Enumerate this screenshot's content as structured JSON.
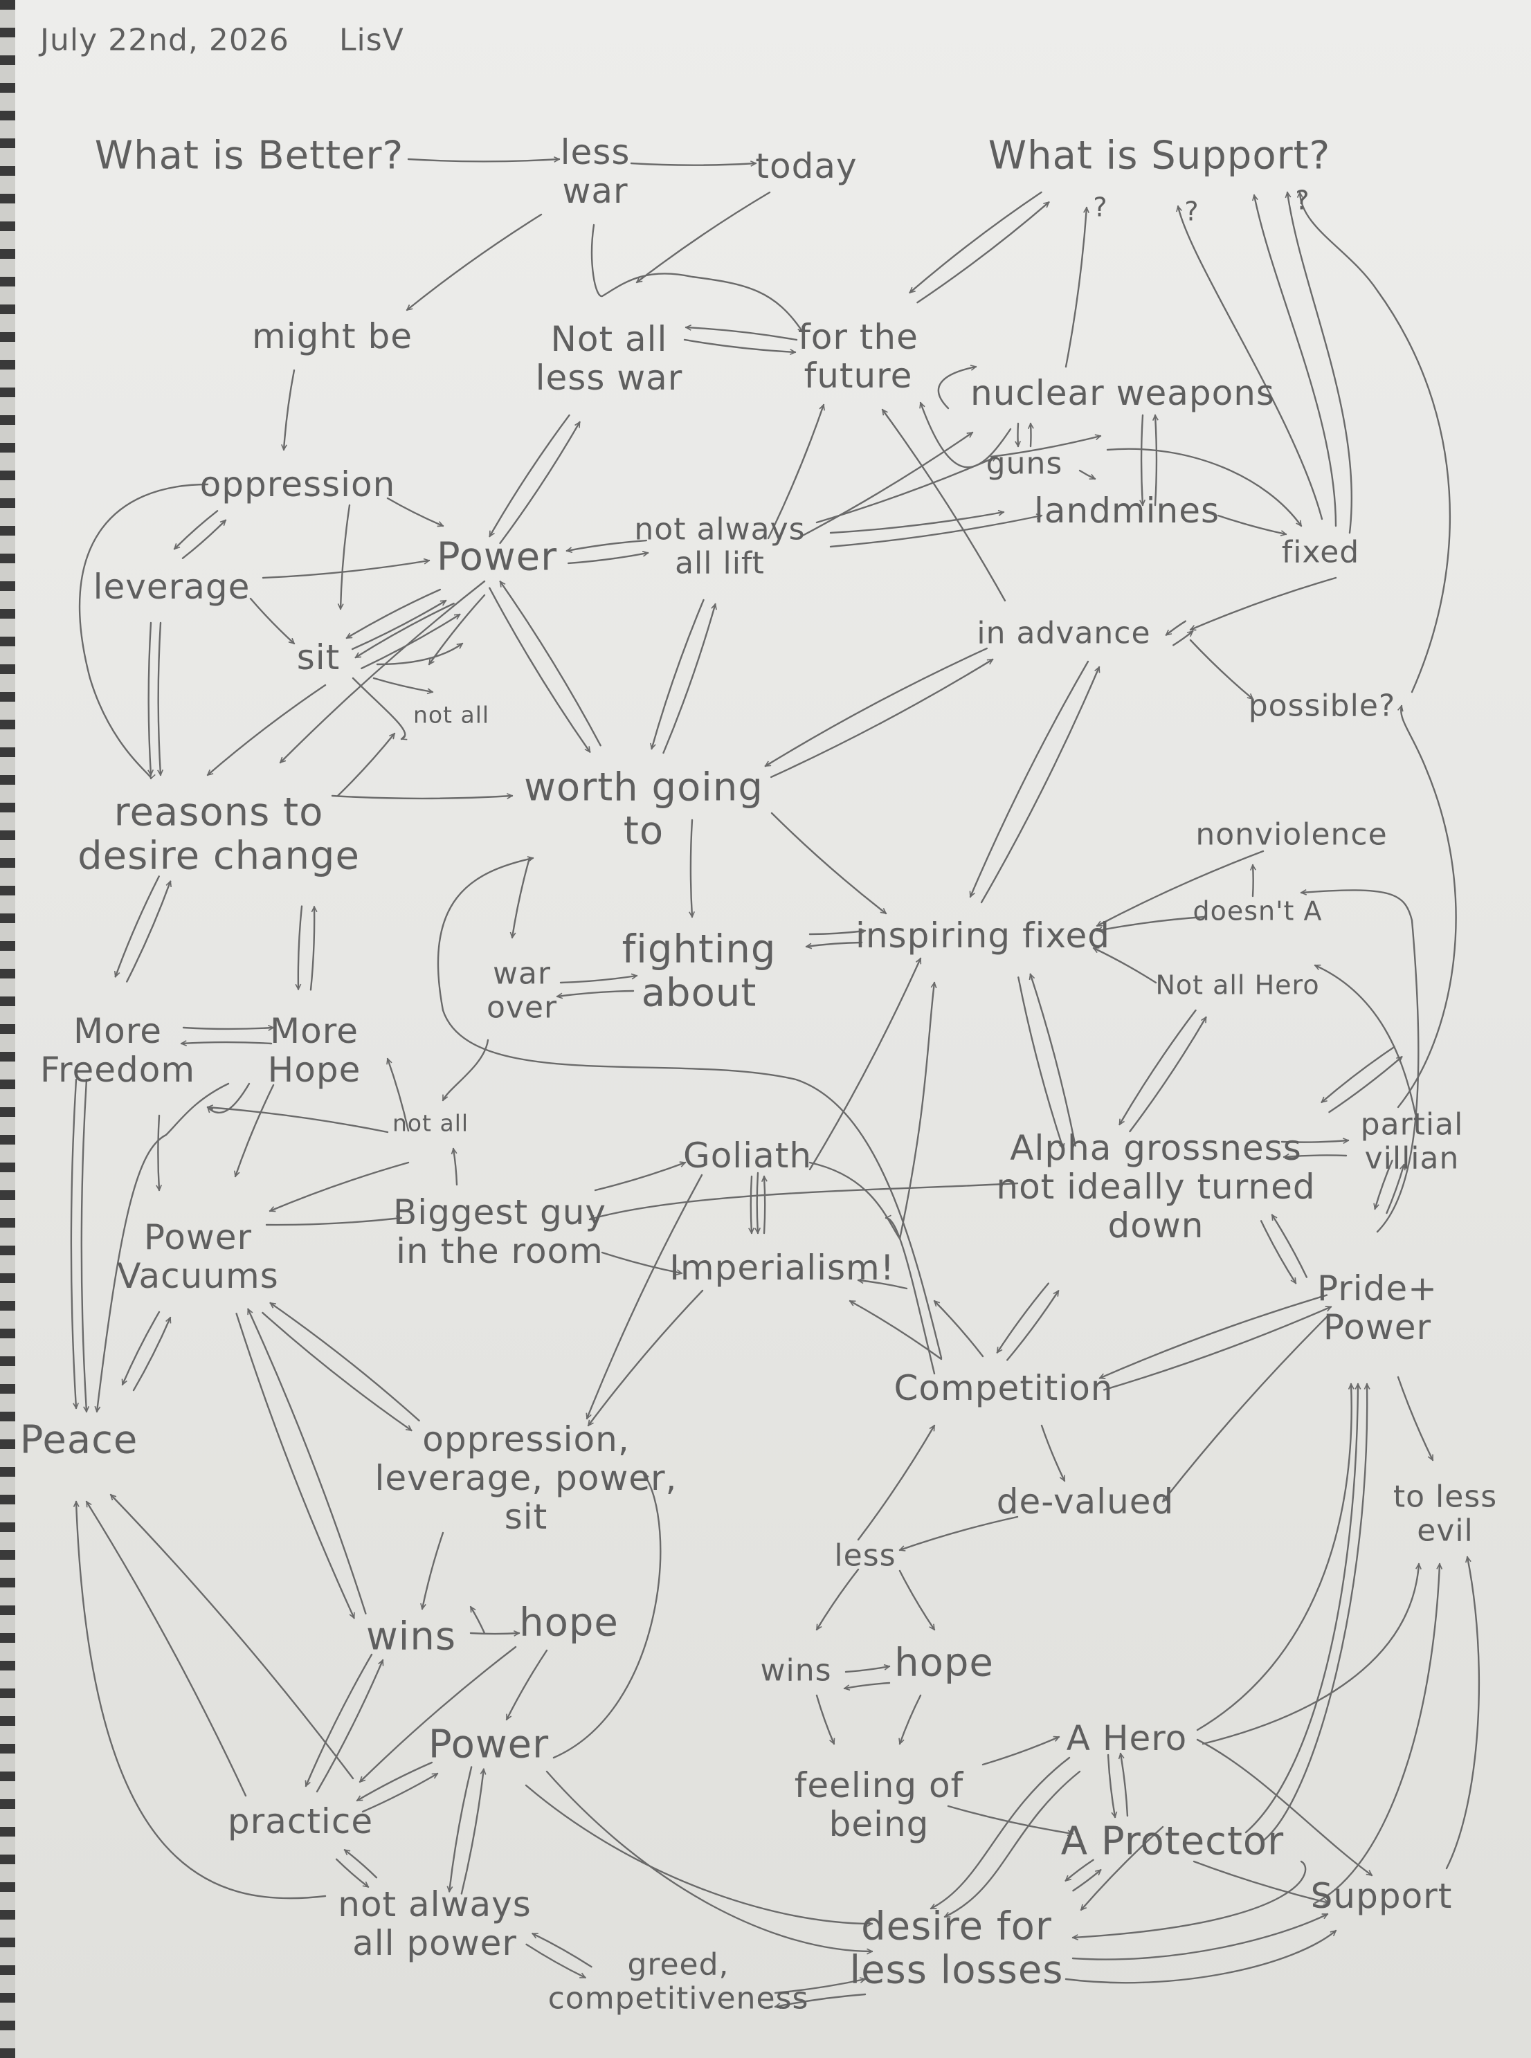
{
  "header": {
    "date": "July 22nd, 2026",
    "author": "LisV"
  },
  "nodes": {
    "what_is_better": "What is Better?",
    "less_war": "less\nwar",
    "today": "today",
    "what_is_support": "What is Support?",
    "q1": "?",
    "q2": "?",
    "q3": "?",
    "might_be": "might be",
    "not_all_less_war": "Not all\nless war",
    "for_the_future": "for the\nfuture",
    "nuclear_weapons": "nuclear weapons",
    "guns": "guns",
    "landmines": "landmines",
    "fixed": "fixed",
    "oppression": "oppression",
    "leverage": "leverage",
    "sit": "sit",
    "power": "Power",
    "not_always_all_lift": "not always\nall lift",
    "in_advance": "in advance",
    "possible": "possible?",
    "not_all_small": "not all",
    "reasons_to_desire_change": "reasons to\ndesire change",
    "worth_going_to": "worth going\nto",
    "nonviolence": "nonviolence",
    "doesnt_a": "doesn't A",
    "inspiring_fixed": "inspiring fixed",
    "not_all_hero": "Not all Hero",
    "war_over": "war\nover",
    "fighting_about": "fighting\nabout",
    "more_freedom": "More\nFreedom",
    "more_hope": "More\nHope",
    "not_all_mid": "not all",
    "goliath": "Goliath",
    "alpha_grossness": "Alpha grossness\nnot ideally turned\ndown",
    "partial_villian": "partial\nvillian",
    "power_vacuums": "Power\nVacuums",
    "biggest_guy": "Biggest guy\nin the room",
    "imperialism": "Imperialism!",
    "pride_power": "Pride+\nPower",
    "peace": "Peace",
    "oppression_combo": "oppression,\nleverage, power,\nsit",
    "competition": "Competition",
    "to_less_evil": "to less\nevil",
    "de_valued": "de-valued",
    "less": "less",
    "wins": "wins",
    "hope": "hope",
    "wins2": "wins",
    "hope2": "hope",
    "power2": "Power",
    "feeling_of_being": "feeling of\nbeing",
    "a_hero": "A Hero",
    "a_protector": "A Protector",
    "practice": "practice",
    "not_always_all_power": "not always\nall power",
    "support": "Support",
    "desire_for_less_losses": "desire for\nless losses",
    "greed_competitiveness": "greed,\ncompetitiveness"
  },
  "style": {
    "pencil": "#6a6a6a",
    "paper": "#e9e9e6"
  }
}
